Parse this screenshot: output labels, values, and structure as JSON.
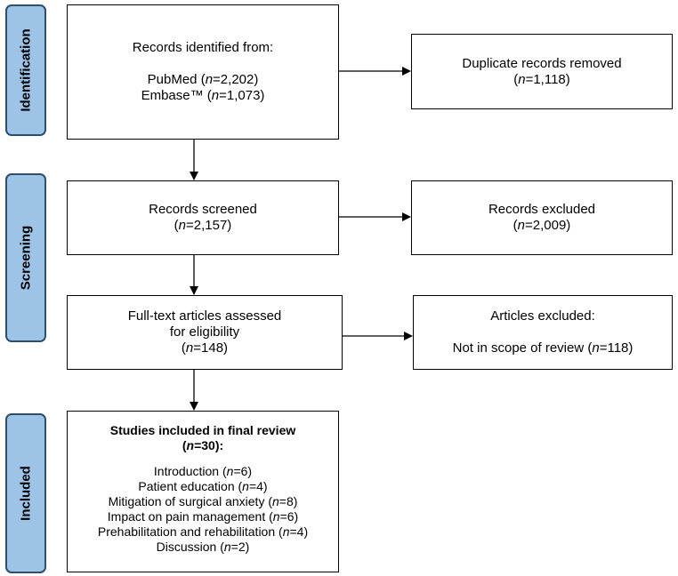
{
  "phases": {
    "identification": "Identification",
    "screening": "Screening",
    "included": "Included"
  },
  "identified": {
    "title": "Records identified from:",
    "pubmed_label": "PubMed (",
    "pubmed_n": "n",
    "pubmed_value": "=2,202)",
    "embase_label": "Embase™ (",
    "embase_n": "n",
    "embase_value": "=1,073)"
  },
  "duplicates": {
    "title": "Duplicate records removed",
    "open": "(",
    "n": "n",
    "value": "=1,118)"
  },
  "screened": {
    "title": "Records screened",
    "open": "(",
    "n": "n",
    "value": "=2,157)"
  },
  "excluded_records": {
    "title": "Records excluded",
    "open": "(",
    "n": "n",
    "value": "=2,009)"
  },
  "fulltext": {
    "line1": "Full-text articles assessed",
    "line2": "for eligibility",
    "open": "(",
    "n": "n",
    "value": "=148)"
  },
  "articles_excluded": {
    "title": "Articles excluded:",
    "reason": "Not in scope of review (",
    "n": "n",
    "value": "=118)"
  },
  "included_studies": {
    "title": "Studies included in final review",
    "open": "(",
    "n": "n",
    "value": "=30):",
    "items": [
      {
        "label": "Introduction (",
        "n": "n",
        "value": "=6)"
      },
      {
        "label": "Patient education (",
        "n": "n",
        "value": "=4)"
      },
      {
        "label": "Mitigation of surgical anxiety (",
        "n": "n",
        "value": "=8)"
      },
      {
        "label": "Impact on pain management (",
        "n": "n",
        "value": "=6)"
      },
      {
        "label": "Prehabilitation and rehabilitation (",
        "n": "n",
        "value": "=4)"
      },
      {
        "label": "Discussion (",
        "n": "n",
        "value": "=2)"
      }
    ]
  }
}
